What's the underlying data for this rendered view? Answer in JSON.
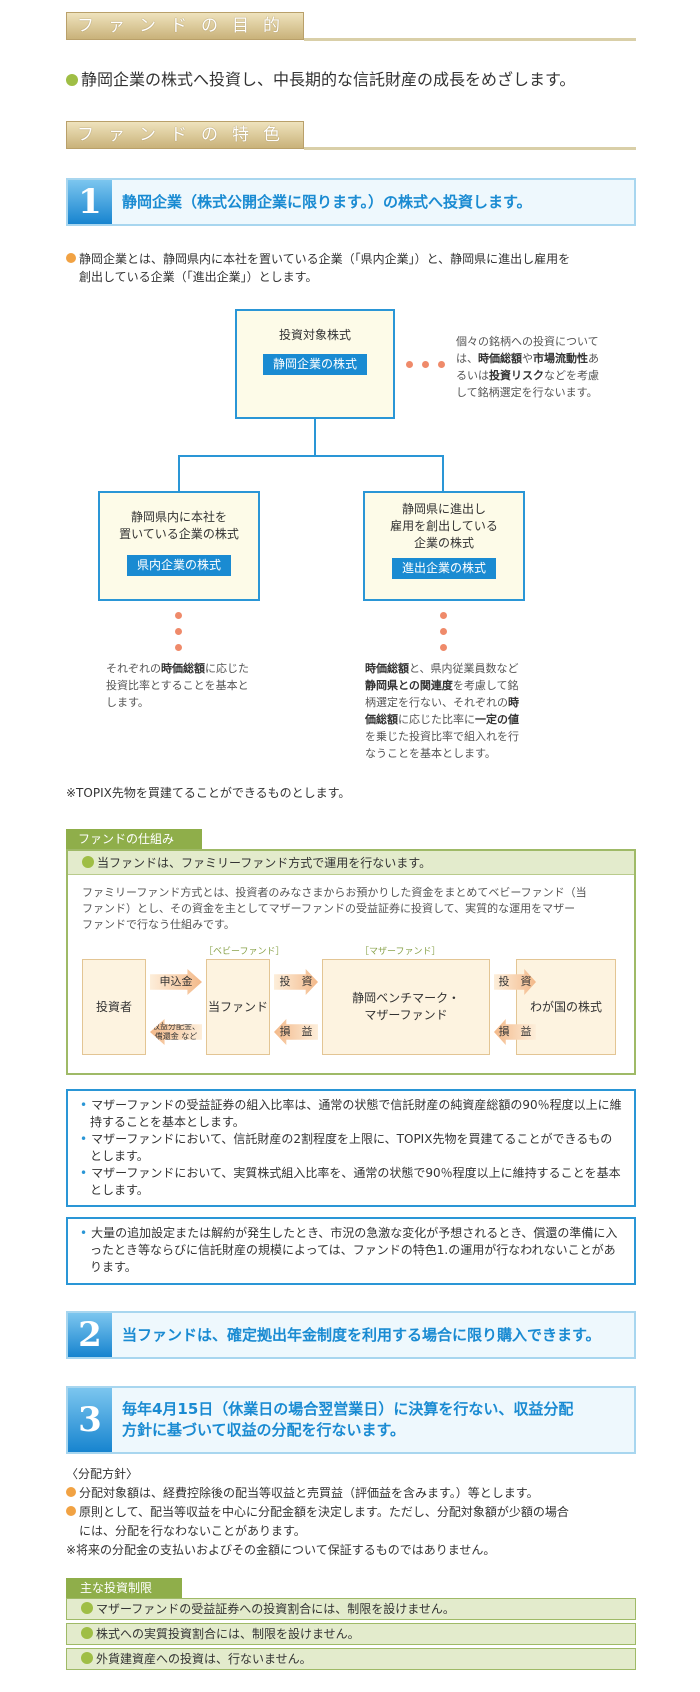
{
  "purpose": {
    "heading": "ファンドの目的",
    "text": "静岡企業の株式へ投資し、中長期的な信託財産の成長をめざします。"
  },
  "features": {
    "heading": "ファンドの特色",
    "f1": {
      "number": "1",
      "title": "静岡企業（株式公開企業に限ります。）の株式へ投資します。",
      "desc_line1": "静岡企業とは、静岡県内に本社を置いている企業（「県内企業」）と、静岡県に進出し雇用を",
      "desc_line2": "創出している企業（「進出企業」）とします。"
    },
    "diagram": {
      "top_title": "投資対象株式",
      "top_label": "静岡企業の株式",
      "top_note_1": "個々の銘柄への投資について",
      "top_note_2a": "は、",
      "top_note_2b": "時価総額",
      "top_note_2c": "や",
      "top_note_2d": "市場流動性",
      "top_note_2e": "あ",
      "top_note_3a": "るいは",
      "top_note_3b": "投資リスク",
      "top_note_3c": "などを考慮",
      "top_note_4": "して銘柄選定を行ないます。",
      "left_title_1": "静岡県内に本社を",
      "left_title_2": "置いている企業の株式",
      "left_label": "県内企業の株式",
      "left_note_1a": "それぞれの",
      "left_note_1b": "時価総額",
      "left_note_1c": "に応じた",
      "left_note_2": "投資比率とすることを基本と",
      "left_note_3": "します。",
      "right_title_1": "静岡県に進出し",
      "right_title_2": "雇用を創出している",
      "right_title_3": "企業の株式",
      "right_label": "進出企業の株式",
      "right_note_1a": "時価総額",
      "right_note_1b": "と、県内従業員数など",
      "right_note_2a": "静岡県との関連度",
      "right_note_2b": "を考慮して銘",
      "right_note_3a": "柄選定を行ない、それぞれの",
      "right_note_3b": "時",
      "right_note_4a": "価総額",
      "right_note_4b": "に応じた比率に",
      "right_note_4c": "一定の値",
      "right_note_5": "を乗じた投資比率で組入れを行",
      "right_note_6": "なうことを基本とします。"
    },
    "topix_note": "※TOPIX先物を買建てることができるものとします。",
    "structure": {
      "tab": "ファンドの仕組み",
      "head": "当ファンドは、ファミリーファンド方式で運用を行ないます。",
      "desc_1": "ファミリーファンド方式とは、投資者のみなさまからお預かりした資金をまとめてベビーファンド（当",
      "desc_2": "ファンド）とし、その資金を主としてマザーファンドの受益証券に投資して、実質的な運用をマザー",
      "desc_3": "ファンドで行なう仕組みです。",
      "baby_label": "［ベビーファンド］",
      "mother_label": "［マザーファンド］",
      "investor": "投資者",
      "this_fund": "当ファンド",
      "mother_1": "静岡ベンチマーク・",
      "mother_2": "マザーファンド",
      "stocks": "わが国の株式",
      "arrow_subscribe": "申込金",
      "arrow_distribution": "収益分配金、償還金 など",
      "arrow_invest_1": "投　資",
      "arrow_profit_1": "損　益",
      "arrow_invest_2": "投　資",
      "arrow_profit_2": "損　益"
    },
    "info1": [
      "マザーファンドの受益証券の組入比率は、通常の状態で信託財産の純資産総額の90％程度以上に維持することを基本とします。",
      "マザーファンドにおいて、信託財産の2割程度を上限に、TOPIX先物を買建てることができるものとします。",
      "マザーファンドにおいて、実質株式組入比率を、通常の状態で90％程度以上に維持することを基本とします。"
    ],
    "info2": [
      "大量の追加設定または解約が発生したとき、市況の急激な変化が予想されるとき、償還の準備に入ったとき等ならびに信託財産の規模によっては、ファンドの特色1.の運用が行なわれないことがあります。"
    ],
    "f2": {
      "number": "2",
      "title": "当ファンドは、確定拠出年金制度を利用する場合に限り購入できます。"
    },
    "f3": {
      "number": "3",
      "title_1": "毎年4月15日（休業日の場合翌営業日）に決算を行ない、収益分配",
      "title_2": "方針に基づいて収益の分配を行ないます。"
    },
    "distribution": {
      "heading": "〈分配方針〉",
      "item1": "分配対象額は、経費控除後の配当等収益と売買益（評価益を含みます。）等とします。",
      "item2_1": "原則として、配当等収益を中心に分配金額を決定します。ただし、分配対象額が少額の場合",
      "item2_2": "には、分配を行なわないことがあります。",
      "note": "※将来の分配金の支払いおよびその金額について保証するものではありません。"
    },
    "limits": {
      "tab": "主な投資制限",
      "items": [
        "マザーファンドの受益証券への投資割合には、制限を設けません。",
        "株式への実質投資割合には、制限を設けません。",
        "外貨建資産への投資は、行ないません。"
      ]
    }
  }
}
